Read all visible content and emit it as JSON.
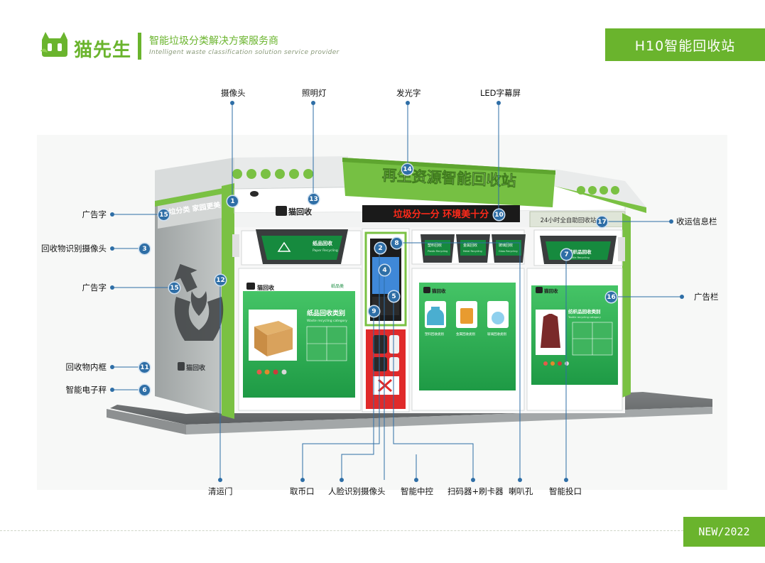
{
  "header": {
    "brand": "猫先生",
    "tagline_cn": "智能垃圾分类解决方案服务商",
    "tagline_en": "Intelligent waste classification solution service provider",
    "product_title": "H10智能回收站"
  },
  "footer": {
    "tag": "NEW/2022"
  },
  "colors": {
    "brand_green": "#6ab42d",
    "marker_blue": "#2e6ea6"
  },
  "kiosk": {
    "roof_sign": "再生资源智能回收站",
    "led_text": "垃圾分一分  环境美十分",
    "info_bar": "24小时全自助回收站",
    "side_ad": "垃分类  家园更美",
    "side_ad_right": "猫回收",
    "brand_badge": "猫回收",
    "bin_paper_title": "纸品回收",
    "bin_paper_sub": "Paper Recycling",
    "panel_paper_title": "纸品回收类别",
    "panel_paper_sub": "Waste recycling category",
    "bin_mid_labels": [
      "塑料回收",
      "金属回收",
      "玻璃回收"
    ],
    "bin_mid_subs": [
      "Plastic Recycling",
      "Metal Recycling",
      "Glass Recycling"
    ],
    "panel_mid_labels": [
      "塑料回收类别",
      "金属回收类别",
      "玻璃回收类别"
    ],
    "bin_textile_title": "纺织品回收",
    "bin_textile_sub": "Textile Recycling",
    "panel_textile_title": "纺织品回收类别",
    "panel_textile_sub": "Textile recycling category",
    "panel_corner_label": "纸品类"
  },
  "callouts": [
    {
      "n": "1",
      "label": "摄像头"
    },
    {
      "n": "2",
      "label": ""
    },
    {
      "n": "3",
      "label": "回收物识别摄像头"
    },
    {
      "n": "4",
      "label": ""
    },
    {
      "n": "5",
      "label": ""
    },
    {
      "n": "6",
      "label": "智能电子秤"
    },
    {
      "n": "7",
      "label": "智能投口"
    },
    {
      "n": "8",
      "label": ""
    },
    {
      "n": "9",
      "label": ""
    },
    {
      "n": "10",
      "label": "LED字幕屏"
    },
    {
      "n": "11",
      "label": "回收物内框"
    },
    {
      "n": "12",
      "label": "清运门"
    },
    {
      "n": "13",
      "label": "照明灯"
    },
    {
      "n": "14",
      "label": "发光字"
    },
    {
      "n": "15",
      "label": "广告字"
    },
    {
      "n": "16",
      "label": "广告栏"
    },
    {
      "n": "17",
      "label": "收运信息栏"
    }
  ],
  "bottom_labels": [
    "清运门",
    "取币口",
    "人脸识别摄像头",
    "智能中控",
    "扫码器+刷卡器",
    "喇叭孔",
    "智能投口"
  ],
  "side_labels": [
    "广告字",
    "回收物识别摄像头",
    "广告字",
    "回收物内框",
    "智能电子秤",
    "收运信息栏",
    "广告栏"
  ],
  "top_labels": [
    "摄像头",
    "照明灯",
    "发光字",
    "LED字幕屏"
  ]
}
